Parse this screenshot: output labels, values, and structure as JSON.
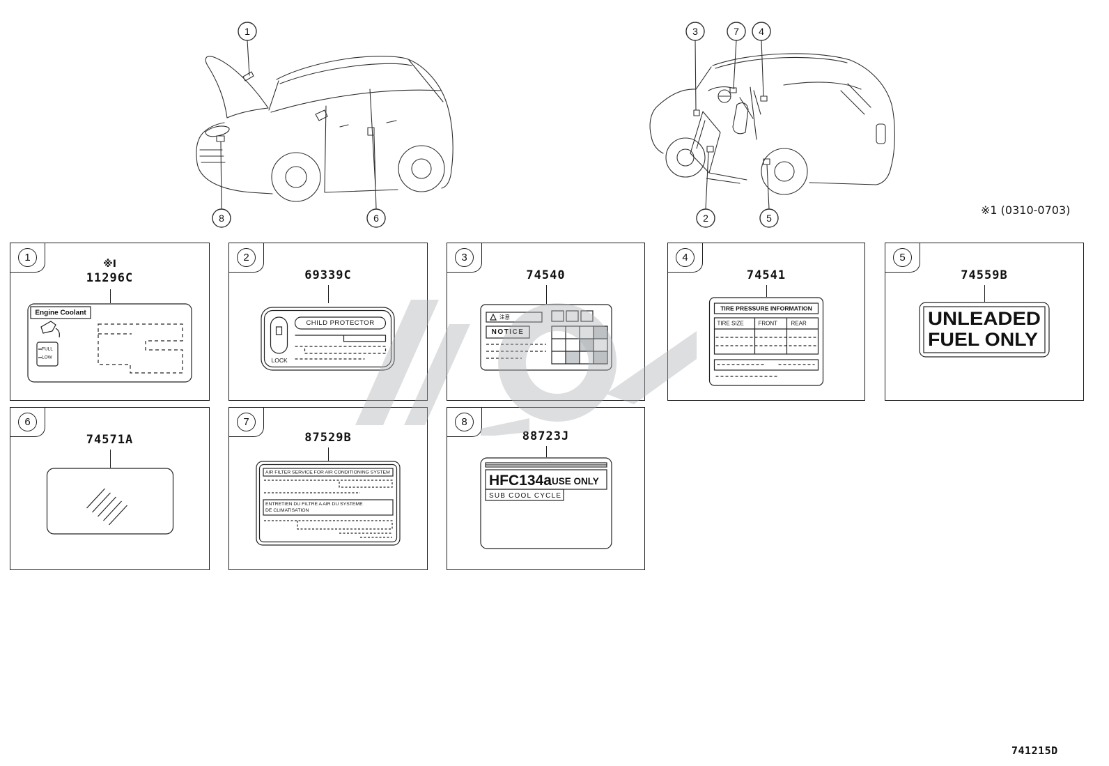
{
  "page": {
    "note_top_right": "※1 (0310-0703)",
    "doc_number": "741215D"
  },
  "callouts": {
    "front_car": [
      {
        "num": "1"
      },
      {
        "num": "8"
      },
      {
        "num": "6"
      }
    ],
    "rear_car": [
      {
        "num": "3"
      },
      {
        "num": "7"
      },
      {
        "num": "4"
      },
      {
        "num": "2"
      },
      {
        "num": "5"
      }
    ]
  },
  "panels": [
    {
      "number": "1",
      "note_prefix": "※I",
      "part_number": "11296C",
      "label": {
        "title": "Engine Coolant",
        "full": "FULL",
        "low": "LOW"
      }
    },
    {
      "number": "2",
      "part_number": "69339C",
      "label": {
        "title": "CHILD PROTECTOR",
        "lock": "LOCK"
      }
    },
    {
      "number": "3",
      "part_number": "74540",
      "label": {
        "caution": "注意",
        "notice": "NOTICE"
      }
    },
    {
      "number": "4",
      "part_number": "74541",
      "label": {
        "title": "TIRE PRESSURE INFORMATION",
        "col_tire_size": "TIRE SIZE",
        "col_front": "FRONT",
        "col_rear": "REAR"
      }
    },
    {
      "number": "5",
      "part_number": "74559B",
      "label": {
        "line1": "UNLEADED",
        "line2": "FUEL ONLY"
      }
    },
    {
      "number": "6",
      "part_number": "74571A"
    },
    {
      "number": "7",
      "part_number": "87529B",
      "label": {
        "en": "AIR FILTER SERVICE FOR AIR CONDITIONING SYSTEM",
        "fr1": "ENTRETIEN DU FILTRE A AIR DU SYSTEME",
        "fr2": "DE CLIMATISATION"
      }
    },
    {
      "number": "8",
      "part_number": "88723J",
      "label": {
        "refrigerant": "HFC134a",
        "use_only": "USE ONLY",
        "sub_cool": "SUB COOL CYCLE"
      }
    }
  ]
}
